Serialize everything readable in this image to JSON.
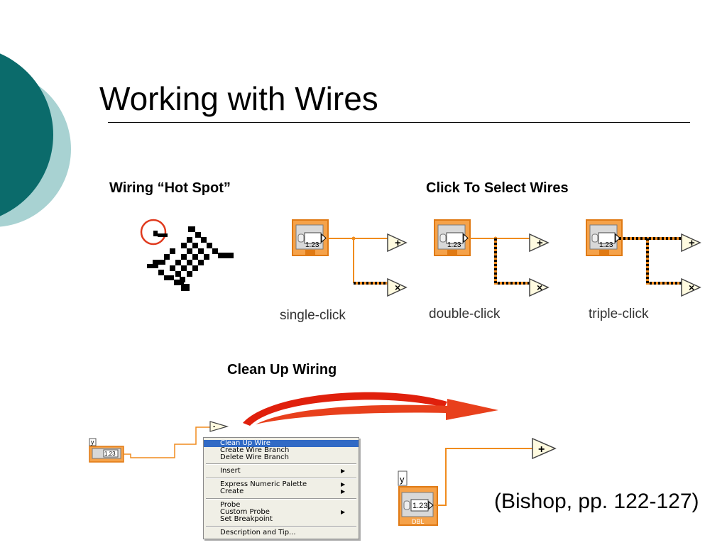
{
  "slide": {
    "title": "Working with Wires"
  },
  "sections": {
    "hot_spot": "Wiring “Hot Spot”",
    "select_wires": "Click To Select Wires",
    "clean_up": "Clean Up Wiring"
  },
  "captions": [
    "single-click",
    "double-click",
    "triple-click"
  ],
  "node": {
    "value": "1.23",
    "type": "DBL",
    "add_symbol": "+",
    "multiply_symbol": "×",
    "subtract_symbol": "-",
    "terminal_label": "y"
  },
  "context_menu": {
    "items": [
      {
        "label": "Clean Up Wire",
        "selected": true,
        "submenu": false
      },
      {
        "label": "Create Wire Branch",
        "selected": false,
        "submenu": false
      },
      {
        "label": "Delete Wire Branch",
        "selected": false,
        "submenu": false
      },
      {
        "label": "Insert",
        "selected": false,
        "submenu": true
      },
      {
        "label": "Express Numeric Palette",
        "selected": false,
        "submenu": true
      },
      {
        "label": "Create",
        "selected": false,
        "submenu": true
      },
      {
        "label": "Probe",
        "selected": false,
        "submenu": false
      },
      {
        "label": "Custom Probe",
        "selected": false,
        "submenu": true
      },
      {
        "label": "Set Breakpoint",
        "selected": false,
        "submenu": false
      },
      {
        "label": "Description and Tip...",
        "selected": false,
        "submenu": false
      }
    ],
    "submenu_arrow": "▶"
  },
  "citation": "(Bishop, pp. 122-127)",
  "colors": {
    "teal_dark": "#0b6b6b",
    "teal_light": "#a8d2d2",
    "wire": "#f08c1e",
    "node_border": "#e07a14",
    "node_fill": "#f5a24a",
    "hotspot": "#e03a1e",
    "arrow_red": "#e0200c",
    "menu_highlight": "#316ac5"
  },
  "icons": [
    "cursor-wiring-spool-icon",
    "add-function-icon",
    "multiply-function-icon",
    "subtract-function-icon",
    "numeric-control-icon",
    "curved-arrow-icon"
  ]
}
